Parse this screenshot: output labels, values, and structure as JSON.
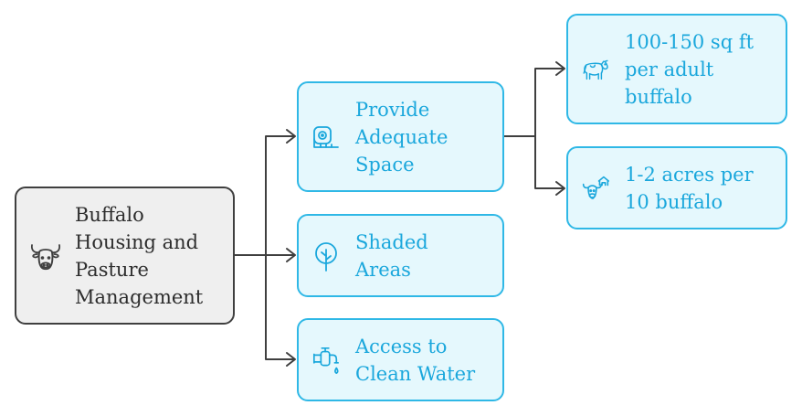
{
  "colors": {
    "root_fill": "#efefef",
    "root_border": "#3f3f3f",
    "child_fill": "#e5f8fd",
    "child_border": "#2fb8e6",
    "child_text": "#1aa7dc",
    "connector": "#3f3f3f"
  },
  "root": {
    "icon": "buffalo-head-icon",
    "lines": [
      "Buffalo",
      "Housing and",
      "Pasture",
      "Management"
    ]
  },
  "branches": [
    {
      "icon": "measuring-tape-icon",
      "lines": [
        "Provide",
        "Adequate",
        "Space"
      ],
      "children": [
        {
          "icon": "cow-icon",
          "lines": [
            "100-150 sq ft",
            "per adult",
            "buffalo"
          ]
        },
        {
          "icon": "cow-barn-icon",
          "lines": [
            "1-2 acres per",
            "10 buffalo"
          ]
        }
      ]
    },
    {
      "icon": "tree-icon",
      "lines": [
        "Shaded",
        "Areas"
      ]
    },
    {
      "icon": "water-tap-icon",
      "lines": [
        "Access to",
        "Clean Water"
      ]
    }
  ]
}
